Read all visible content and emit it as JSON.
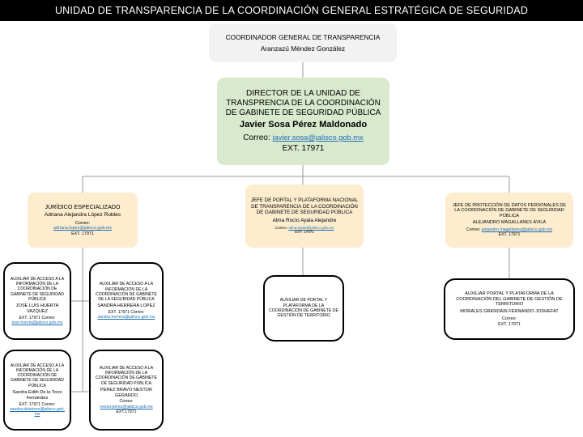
{
  "header": {
    "title": "UNIDAD DE TRANSPARENCIA DE LA COORDINACIÓN GENERAL ESTRATÉGICA DE SEGURIDAD",
    "background": "#000000",
    "text_color": "#ffffff"
  },
  "colors": {
    "grey_box": "#f2f2f2",
    "green_box": "#d9e9cd",
    "cream_box": "#fdeccd",
    "outline_box": "#ffffff",
    "link": "#1f6fb5",
    "connector": "#999999"
  },
  "nodes": {
    "coordinador": {
      "title": "COORDINADOR GENERAL DE TRANSPARENCIA",
      "name": "Aranzazú Méndez González"
    },
    "director": {
      "title": "DIRECTOR DE LA UNIDAD DE TRANSPRENCIA DE LA COORDINACIÓN DE GABINETE DE SEGURIDAD PÚBLICA",
      "name": "Javier Sosa Pérez Maldonado",
      "mail_label": "Correo:",
      "email": "javier.sosa@jalisco.gob.mx",
      "ext": "EXT. 17971"
    },
    "juridico": {
      "title": "JURÍDICO ESPECIALIZADO",
      "name": "Adriana Alejandra López Robles",
      "mail_label": "Correo:",
      "email": "adriana.lopez@jalisco.gob.mx",
      "ext": "EXT. 17971"
    },
    "portal": {
      "title": "JEFE DE PORTAL Y PLATAFORMA NACIONAL DE TRANSPARENCIA DE LA COORDINACIÓN DE GABINETE DE SEGURIDAD PÚBLICA",
      "name": "Alma Rocío Ayala Alejandre",
      "mail_label": "Correo:",
      "email": "alma.ayala@jalisco.gob.mx",
      "ext": "EXT. 17971"
    },
    "datos": {
      "title": "JEFE DE PROTECCIÓN DE DATOS PERSONALES DE LA COORDINACIÓN DE GABINETE DE SEGURIDAD PÚBLICA",
      "name": "ALEJANDRO MAGALLANES ÁVILA",
      "mail_label": "Correo:",
      "email": "alejandro.magallanes@jalisco.gob.mx",
      "ext": "EXT. 17971"
    },
    "jose_luis": {
      "title": "AUXILIAR DE ACCESO A LA INFORMACIÓN DE LA COORDINACIÓN DE GABINETE DE SEGURIDAD PÚBLICA",
      "name": "JOSE LUIS HUERTA VAZQUEZ",
      "mail_label": "EXT. 17971  Correo:",
      "email": "jose.huerta@jalisco.gob.mx"
    },
    "sandra_herrera": {
      "title": "AUXILIAR DE ACCESO A LA INFORMACIÓN DE LA COORDINACIÓN DE GABINETE DE LA SEGURIDAD PÚBLICA",
      "name": "SANDRA HERRERA LOPEZ",
      "mail_label": "EXT. 17971  Correo:",
      "email": "sandra.herrera@jalisco.gob.mx"
    },
    "sandra_torre": {
      "title": "AUXILIAR DE ACCESO A LA INFORMACIÓN DE LA COORDINACIÓN DE GABINETE DE SEGURIDAD PÚBLICA",
      "name": "Sandra Edith De la Torre Fernández",
      "mail_label": "EXT. 17971  Correo:",
      "email": "sandra.delatorre@jalisco.gob.mx"
    },
    "perez_bravo": {
      "title": "AUXILIAR DE ACCESO A LA INFORMACIÓN DE LA COORDINACIÓN DE GABINETE DE SEGURIDAD PÚBLICA",
      "name": "PEREZ BRAVO NESTOR GERARDO",
      "mail_label": "Correo:",
      "email": "nestor.perez@jalisco.gob.mx",
      "ext": "EXT.17971"
    },
    "portal_territorio": {
      "title": "AUXILIAR DE PORTAL Y PLATAFORMA DE LA COORDINACIÓN DE GABINETE DE GESTIÓN DE TERRITORIO"
    },
    "auxiliar_territorio": {
      "title": "AUXILIAR PORTAL Y PLATAFORMA DE LA COORDINACIÓN DEL GABINETE DE GESTIÓN DE TERRITORIO",
      "name": "MORALES GRENDAIN FERNANDO JOSHEFAT",
      "mail_label": "Correo:",
      "ext": "EXT. 17971"
    }
  }
}
